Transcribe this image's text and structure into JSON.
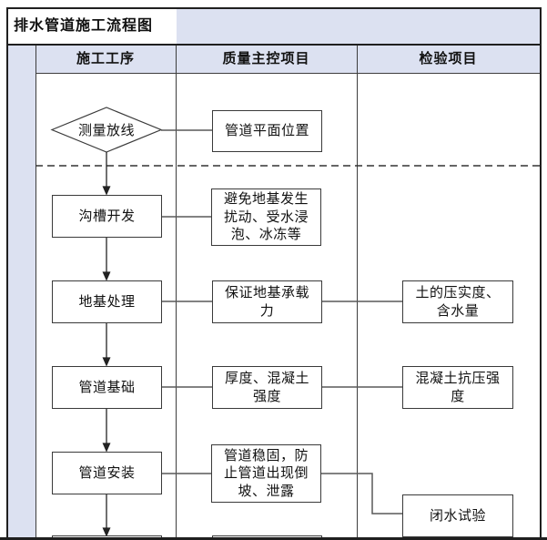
{
  "title": "排水管道施工流程图",
  "header": {
    "columns": [
      "施工工序",
      "质量主控项目",
      "检验项目"
    ]
  },
  "flow": {
    "decision": "测量放线",
    "process": [
      "沟槽开发",
      "地基处理",
      "管道基础",
      "管道安装"
    ],
    "quality": [
      "管道平面位置",
      "避免地基发生\n扰动、受水浸\n泡、冰冻等",
      "保证地基承载\n力",
      "厚度、混凝土\n强度",
      "管道稳固，防\n止管道出现倒\n坡、泄露"
    ],
    "inspection": [
      "土的压实度、\n含水量",
      "混凝土抗压强\n度",
      "闭水试验"
    ]
  },
  "colors": {
    "header_bg": "#dce1f1",
    "outer_border": "#1f1f1f",
    "grid_line": "#3d3d3d",
    "node_border": "#3a3a3a",
    "connector": "#595959",
    "node_bg": "#ffffff"
  }
}
